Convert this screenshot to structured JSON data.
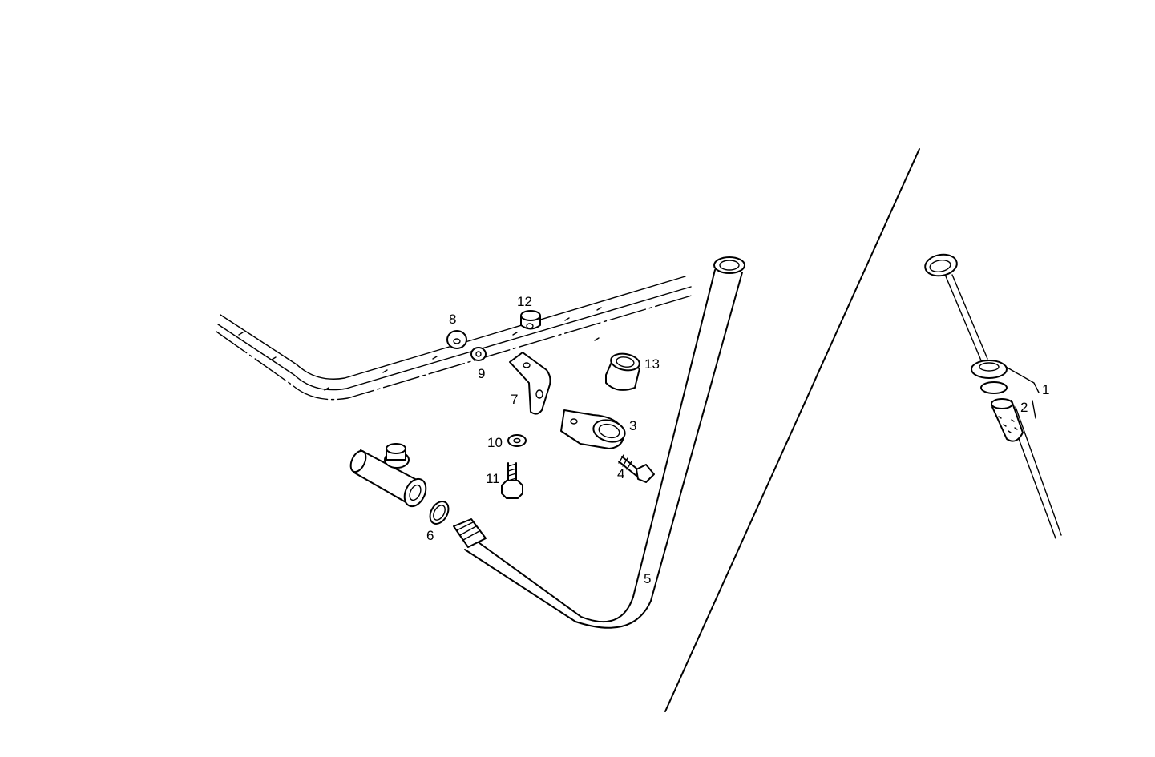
{
  "diagram": {
    "callouts": {
      "c1": "1",
      "c2": "2",
      "c3": "3",
      "c4": "4",
      "c5": "5",
      "c6": "6",
      "c7": "7",
      "c8": "8",
      "c9": "9",
      "c10": "10",
      "c11": "11",
      "c12": "12",
      "c13": "13"
    },
    "colors": {
      "ink": "#000000",
      "paper": "#ffffff"
    }
  }
}
